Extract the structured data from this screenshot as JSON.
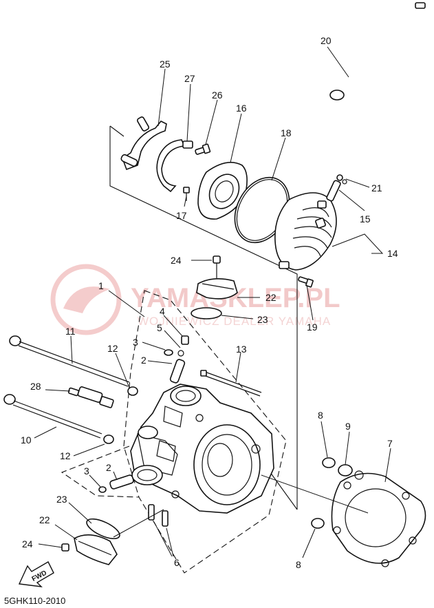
{
  "watermark": {
    "brand": "YAMASKLEP.PL",
    "subtitle": "WOJNIEWICZ DEALER YAMAHA"
  },
  "diagram_code": "5GHK110-2010",
  "fwd_label": "FWD",
  "callouts": {
    "c1": "1",
    "c2a": "2",
    "c2b": "2",
    "c3a": "3",
    "c3b": "3",
    "c4": "4",
    "c5": "5",
    "c6": "6",
    "c7": "7",
    "c8a": "8",
    "c8b": "8",
    "c9": "9",
    "c10": "10",
    "c11": "11",
    "c12a": "12",
    "c12b": "12",
    "c13": "13",
    "c14": "14",
    "c15": "15",
    "c16": "16",
    "c17": "17",
    "c18": "18",
    "c19": "19",
    "c20": "20",
    "c21": "21",
    "c22a": "22",
    "c22b": "22",
    "c23a": "23",
    "c23b": "23",
    "c24a": "24",
    "c24b": "24",
    "c25": "25",
    "c26": "26",
    "c27": "27",
    "c28": "28"
  }
}
